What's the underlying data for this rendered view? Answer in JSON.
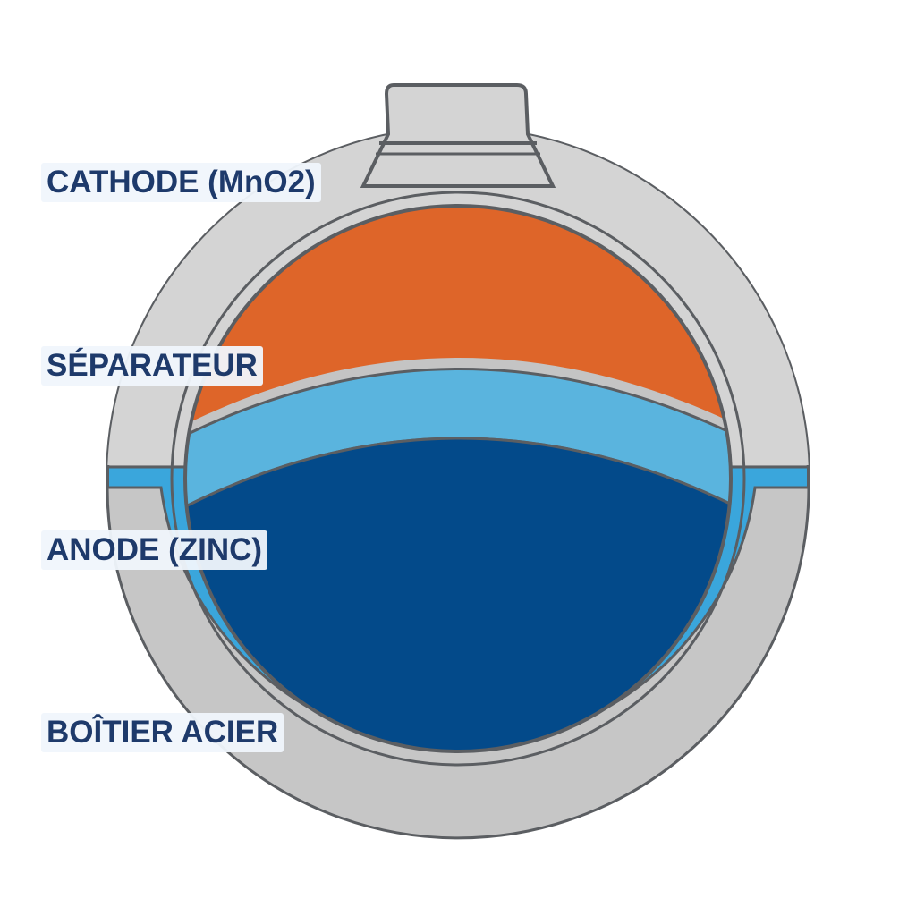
{
  "labels": {
    "cathode": "CATHODE (MnO2)",
    "separator": "SÉPARATEUR",
    "anode": "ANODE (ZINC)",
    "case": "BOÎTIER ACIER"
  },
  "colors": {
    "cathode": "#de6529",
    "separator": "#5ab4de",
    "anode": "#034a8a",
    "case_ring": "#3aa6dc",
    "casing": "#c4c4c4",
    "casing_light": "#d6d6d6",
    "outline": "#5b5e62",
    "label_text": "#1e3a6b"
  }
}
